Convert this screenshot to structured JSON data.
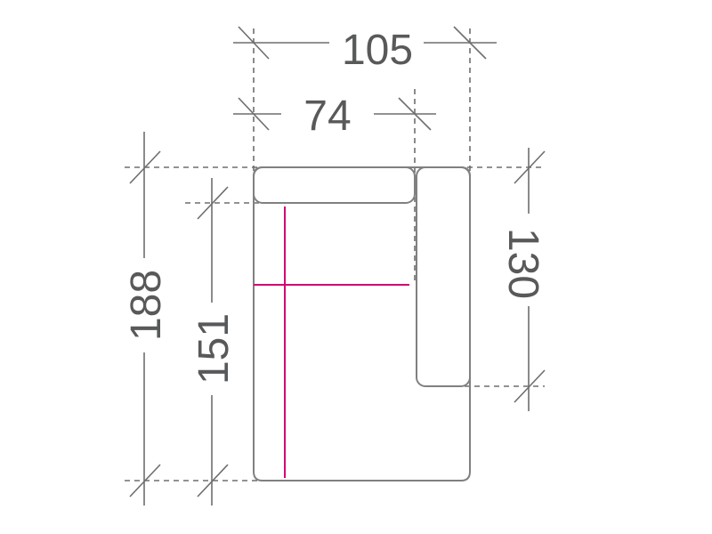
{
  "diagram": {
    "dimensions": {
      "total_width": "105",
      "seat_width": "74",
      "total_depth": "188",
      "seat_depth": "151",
      "armrest_depth": "130"
    },
    "colors": {
      "lines": "#6d6e70",
      "outline": "#808080",
      "text": "#58595b",
      "center_marker": "#d6006f"
    }
  }
}
